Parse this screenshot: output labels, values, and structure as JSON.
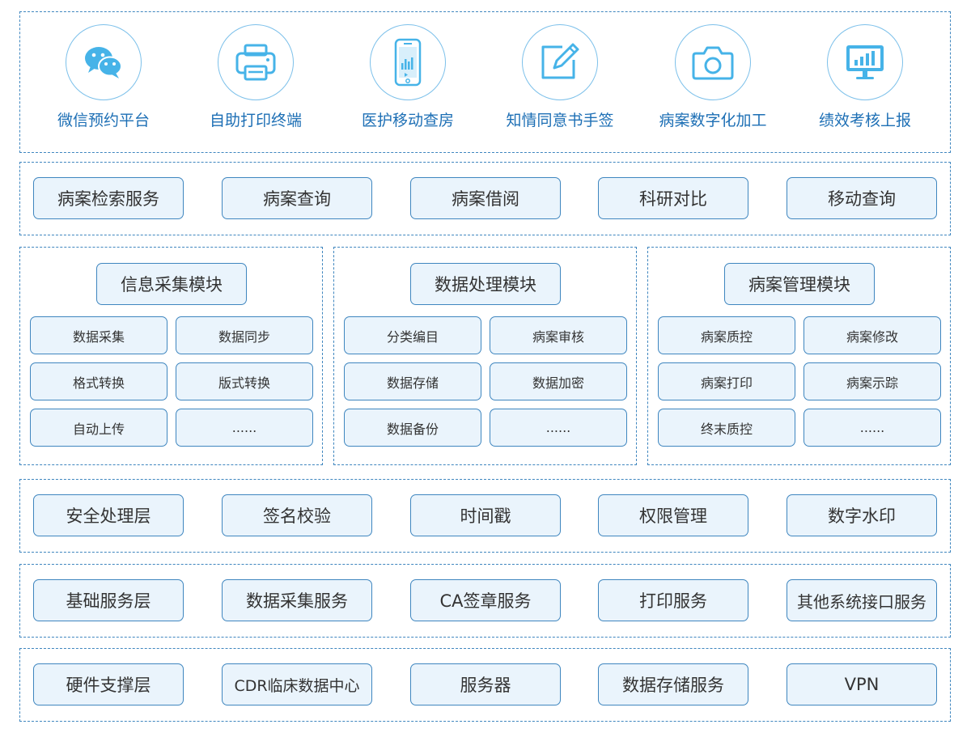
{
  "apps": [
    {
      "label": "微信预约平台",
      "icon": "wechat-icon"
    },
    {
      "label": "自助打印终端",
      "icon": "printer-icon"
    },
    {
      "label": "医护移动查房",
      "icon": "mobile-phone-icon"
    },
    {
      "label": "知情同意书手签",
      "icon": "sign-pen-icon"
    },
    {
      "label": "病案数字化加工",
      "icon": "camera-icon"
    },
    {
      "label": "绩效考核上报",
      "icon": "monitor-chart-icon"
    }
  ],
  "services": [
    "病案检索服务",
    "病案查询",
    "病案借阅",
    "科研对比",
    "移动查询"
  ],
  "modules": [
    {
      "title": "信息采集模块",
      "items": [
        "数据采集",
        "数据同步",
        "格式转换",
        "版式转换",
        "自动上传",
        "......"
      ]
    },
    {
      "title": "数据处理模块",
      "items": [
        "分类编目",
        "病案审核",
        "数据存储",
        "数据加密",
        "数据备份",
        "......"
      ]
    },
    {
      "title": "病案管理模块",
      "items": [
        "病案质控",
        "病案修改",
        "病案打印",
        "病案示踪",
        "终末质控",
        "......"
      ]
    }
  ],
  "layers": [
    {
      "items": [
        "安全处理层",
        "签名校验",
        "时间戳",
        "权限管理",
        "数字水印"
      ]
    },
    {
      "items": [
        "基础服务层",
        "数据采集服务",
        "CA签章服务",
        "打印服务",
        "其他系统接口服务"
      ]
    },
    {
      "items": [
        "硬件支撑层",
        "CDR临床数据中心",
        "服务器",
        "数据存储服务",
        "VPN"
      ]
    }
  ],
  "colors": {
    "border": "#3f86bf",
    "box_fill": "#eaf4fc",
    "label_blue": "#1d6fb5",
    "icon_blue": "#46b3e8"
  }
}
